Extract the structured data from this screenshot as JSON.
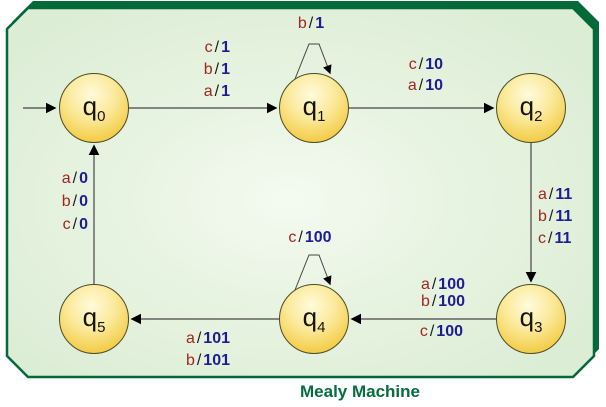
{
  "title": "Mealy Machine",
  "glyphs": {
    "separator": "/"
  },
  "colors": {
    "panel_fill": "#e4f2de",
    "panel_border": "#046939",
    "state_fill": "#f5ce49",
    "state_border": "#4b4b26",
    "input_symbol": "#a32520",
    "output_symbol": "#1d1d92",
    "title_text": "#076c40"
  },
  "machine": {
    "initial_state": "q0"
  },
  "states": {
    "q0": {
      "base": "q",
      "sub": "0"
    },
    "q1": {
      "base": "q",
      "sub": "1"
    },
    "q2": {
      "base": "q",
      "sub": "2"
    },
    "q3": {
      "base": "q",
      "sub": "3"
    },
    "q4": {
      "base": "q",
      "sub": "4"
    },
    "q5": {
      "base": "q",
      "sub": "5"
    }
  },
  "transitions": {
    "q0_to_q1": {
      "from": "q0",
      "to": "q1",
      "lines": [
        {
          "input": "c",
          "output": "1"
        },
        {
          "input": "b",
          "output": "1"
        },
        {
          "input": "a",
          "output": "1"
        }
      ]
    },
    "q1_self": {
      "from": "q1",
      "to": "q1",
      "lines": [
        {
          "input": "b",
          "output": "1"
        }
      ]
    },
    "q1_to_q2": {
      "from": "q1",
      "to": "q2",
      "lines": [
        {
          "input": "c",
          "output": "10"
        },
        {
          "input": "a",
          "output": "10"
        }
      ]
    },
    "q2_to_q3": {
      "from": "q2",
      "to": "q3",
      "lines": [
        {
          "input": "a",
          "output": "11"
        },
        {
          "input": "b",
          "output": "11"
        },
        {
          "input": "c",
          "output": "11"
        }
      ]
    },
    "q3_to_q4": {
      "from": "q3",
      "to": "q4",
      "lines": [
        {
          "input": "a",
          "output": "100"
        },
        {
          "input": "b",
          "output": "100"
        },
        {
          "input": "c",
          "output": "100"
        }
      ]
    },
    "q4_self": {
      "from": "q4",
      "to": "q4",
      "lines": [
        {
          "input": "c",
          "output": "100"
        }
      ]
    },
    "q4_to_q5": {
      "from": "q4",
      "to": "q5",
      "lines": [
        {
          "input": "a",
          "output": "101"
        },
        {
          "input": "b",
          "output": "101"
        }
      ]
    },
    "q5_to_q0": {
      "from": "q5",
      "to": "q0",
      "lines": [
        {
          "input": "a",
          "output": "0"
        },
        {
          "input": "b",
          "output": "0"
        },
        {
          "input": "c",
          "output": "0"
        }
      ]
    }
  }
}
